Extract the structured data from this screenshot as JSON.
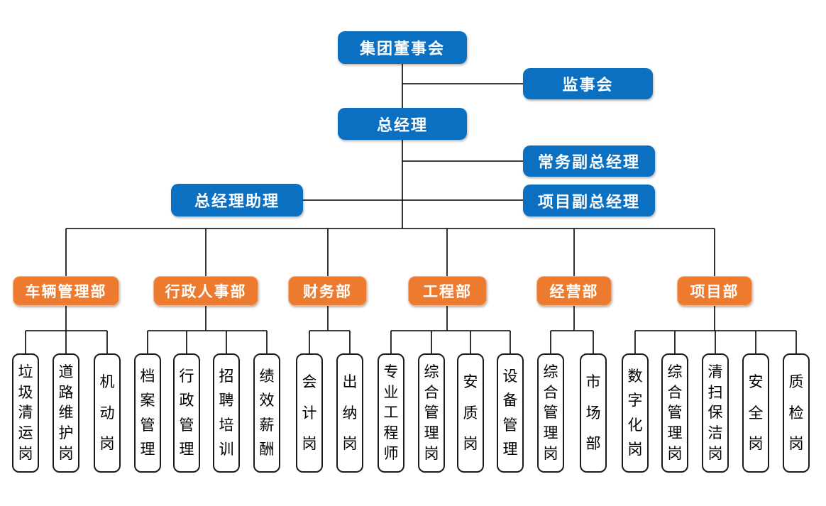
{
  "colors": {
    "executive_box": "#0C70C2",
    "department_box": "#EC7B2F",
    "department_border": "#F5B183",
    "position_box_bg": "#FFFFFF",
    "position_box_border": "#1A1A1A",
    "connector": "#000000",
    "text_on_color": "#FFFFFF",
    "position_text": "#000000"
  },
  "top_nodes": {
    "board": "集团董事会",
    "supervisory": "监事会",
    "gm": "总经理",
    "exec_deputy_gm": "常务副总经理",
    "gm_assistant": "总经理助理",
    "project_deputy_gm": "项目副总经理"
  },
  "departments": [
    {
      "label": "车辆管理部",
      "positions": [
        "垃圾清运岗",
        "道路维护岗",
        "机动岗"
      ]
    },
    {
      "label": "行政人事部",
      "positions": [
        "档案管理",
        "行政管理",
        "招聘培训",
        "绩效薪酬"
      ]
    },
    {
      "label": "财务部",
      "positions": [
        "会计岗",
        "出纳岗"
      ]
    },
    {
      "label": "工程部",
      "positions": [
        "专业工程师",
        "综合管理岗",
        "安质岗",
        "设备管理"
      ]
    },
    {
      "label": "经营部",
      "positions": [
        "综合管理岗",
        "市场部"
      ]
    },
    {
      "label": "项目部",
      "positions": [
        "数字化岗",
        "综合管理岗",
        "清扫保洁岗",
        "安全岗",
        "质检岗"
      ]
    }
  ]
}
